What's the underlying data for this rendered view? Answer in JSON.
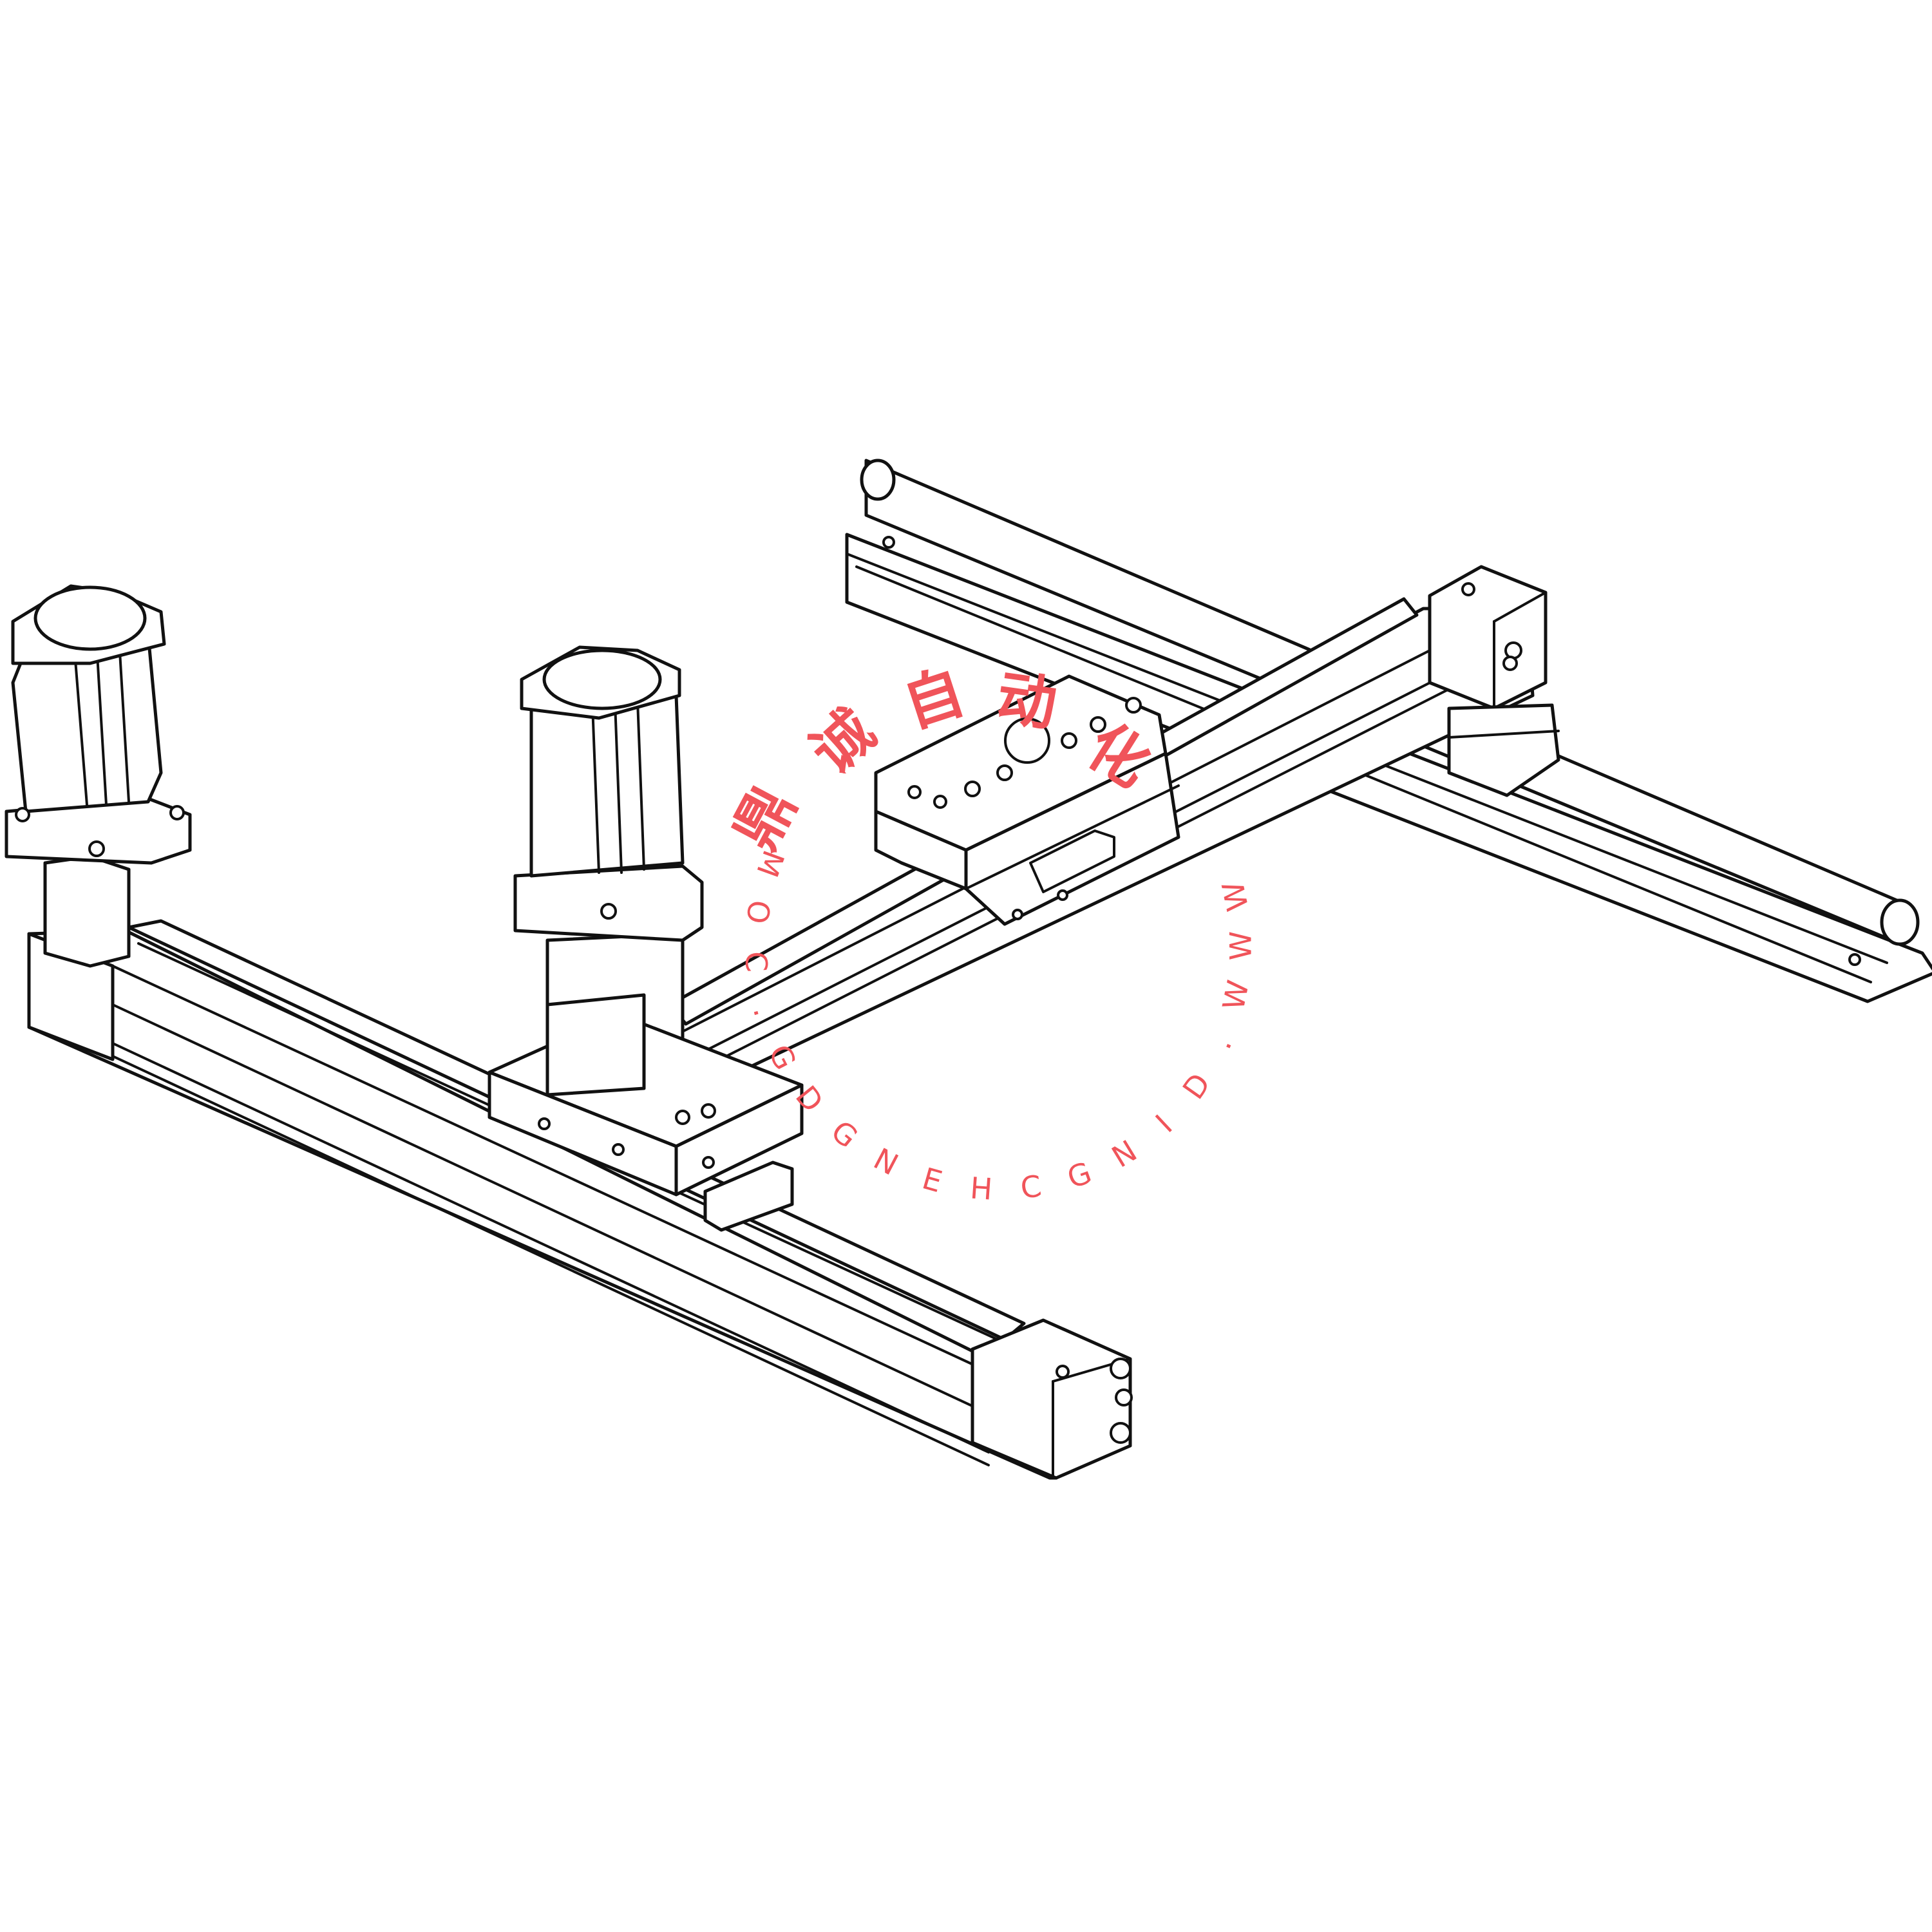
{
  "watermark": {
    "cn_chars": [
      "鼎",
      "诚",
      "自",
      "动",
      "化"
    ],
    "url_chars": [
      "W",
      "W",
      "W",
      ".",
      "D",
      "I",
      "N",
      "G",
      "C",
      "H",
      "E",
      "N",
      "G",
      "D",
      "G",
      ".",
      "C",
      "O",
      "M"
    ],
    "color": "#f0545a"
  },
  "colors": {
    "line": "#111111",
    "fill": "#ffffff",
    "background": "#ffffff"
  }
}
